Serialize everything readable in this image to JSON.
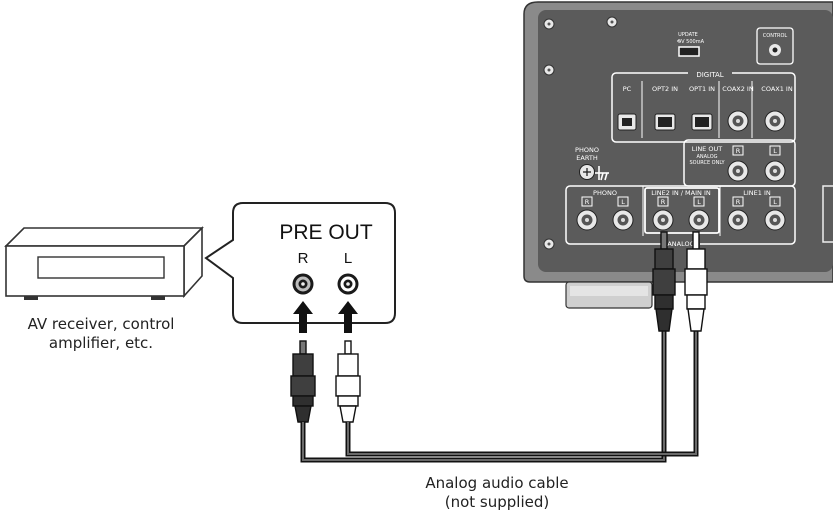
{
  "callout": {
    "title": "PRE OUT",
    "channel_right": "R",
    "channel_left": "L"
  },
  "receiver": {
    "caption_line1": "AV receiver, control",
    "caption_line2": "amplifier, etc."
  },
  "cable": {
    "caption_line1": "Analog audio cable",
    "caption_line2": "(not supplied)"
  },
  "rear_panel": {
    "update_label": "UPDATE",
    "update_spec": "5V  500mA",
    "control_label": "CONTROL",
    "digital_label": "DIGITAL",
    "pc_label": "PC",
    "opt2_label": "OPT2 IN",
    "opt1_label": "OPT1 IN",
    "coax2_label": "COAX2 IN",
    "coax1_label": "COAX1 IN",
    "phono_earth_line1": "PHONO",
    "phono_earth_line2": "EARTH",
    "line_out_label": "LINE OUT",
    "line_out_sub1": "ANALOG",
    "line_out_sub2": "SOURCE ONLY",
    "phono_label": "PHONO",
    "line2_label": "LINE2 IN / MAIN IN",
    "line1_label": "LINE1 IN",
    "analog_label": "ANALOG",
    "ch_r": "R",
    "ch_l": "L"
  },
  "colors": {
    "panel": "#5b5b5b",
    "panel_frame": "#8a8a8a",
    "cable": "#3a3a3a",
    "plug_red_channel": "#3f3f3f",
    "plug_white_channel": "#ffffff"
  }
}
